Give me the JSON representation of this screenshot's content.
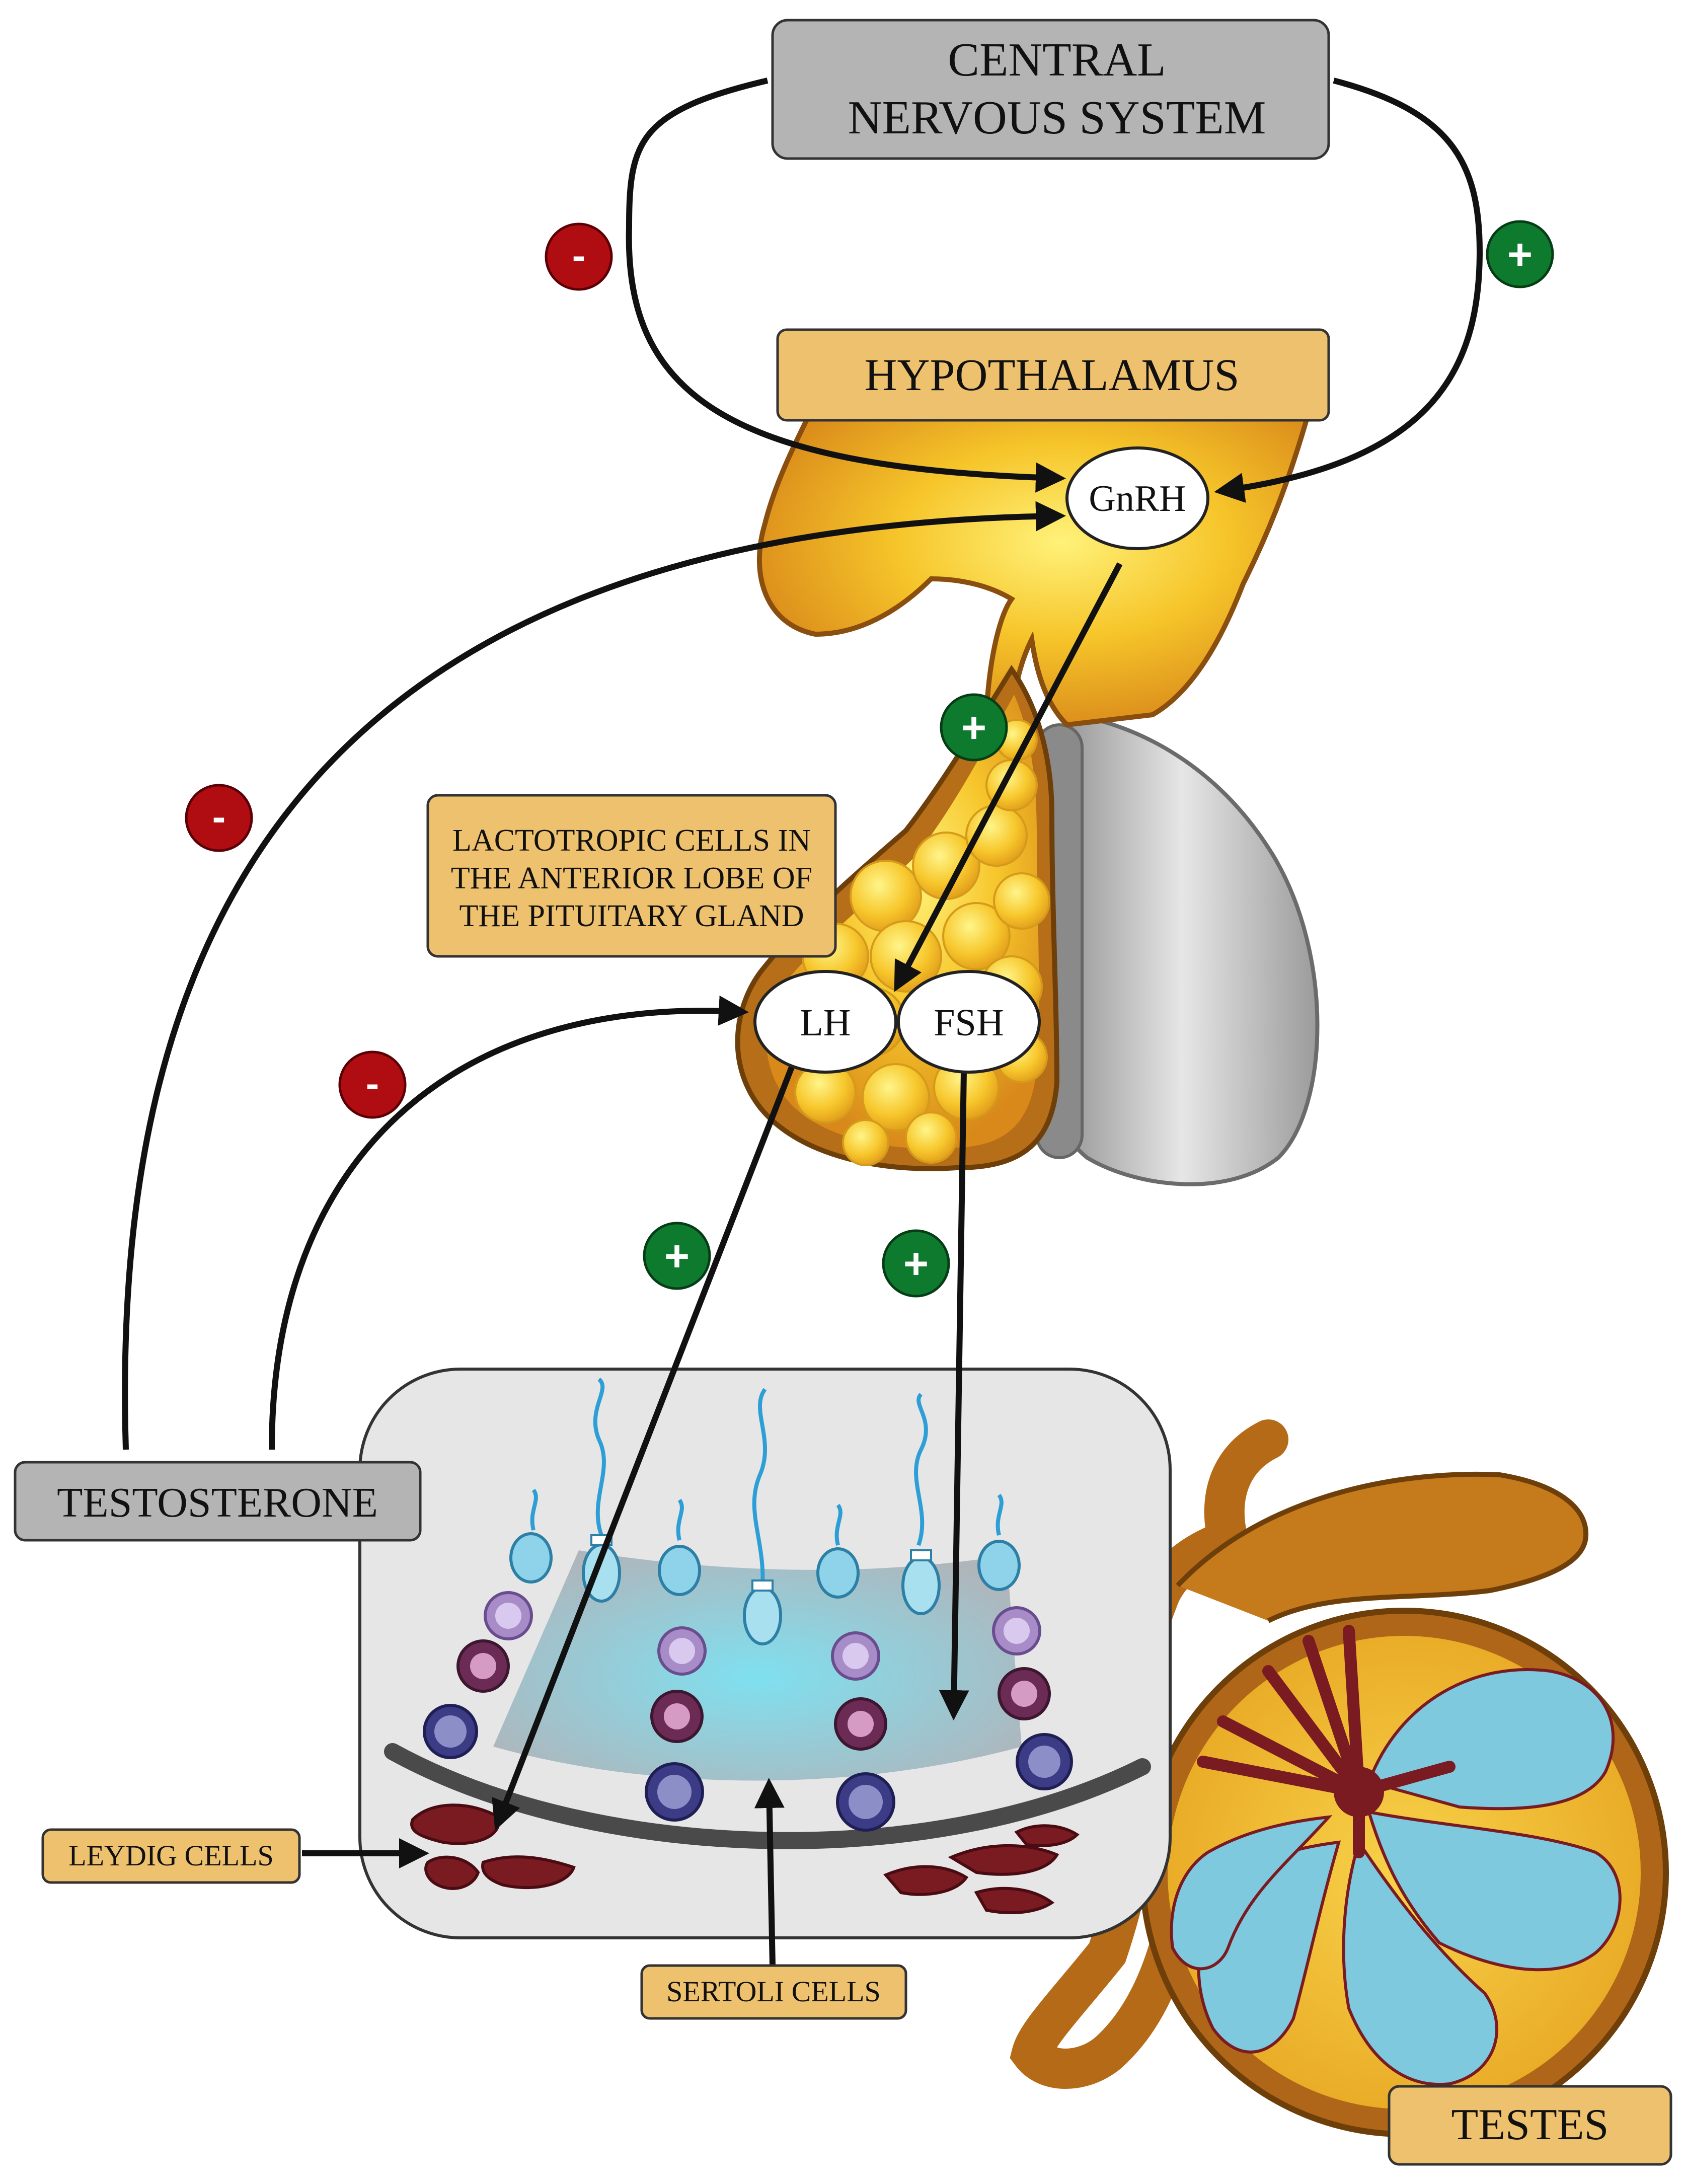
{
  "labels": {
    "cns_line1": "CENTRAL",
    "cns_line2": "NERVOUS SYSTEM",
    "hypothalamus": "HYPOTHALAMUS",
    "gnrh": "GnRH",
    "lactotropic_line1": "LACTOTROPIC CELLS IN",
    "lactotropic_line2": "THE ANTERIOR LOBE OF",
    "lactotropic_line3": "THE PITUITARY GLAND",
    "lh": "LH",
    "fsh": "FSH",
    "testosterone": "TESTOSTERONE",
    "leydig": "LEYDIG CELLS",
    "sertoli": "SERTOLI CELLS",
    "testes": "TESTES"
  },
  "signs": {
    "cns_to_gnrh_inhibit": "-",
    "cns_to_gnrh_stimulate": "+",
    "gnrh_to_pituitary": "+",
    "testosterone_to_gnrh": "-",
    "testosterone_to_lh": "-",
    "lh_to_leydig": "+",
    "fsh_to_sertoli": "+"
  },
  "colors": {
    "label_box": "#eec16f",
    "gray_box": "#b4b4b4",
    "plus": "#0e7a2e",
    "minus": "#b00d12",
    "gland": "#f2b51f",
    "posterior_lobe": "#9a9a9a",
    "tubule": "#7fd0e6",
    "leydig_cell": "#7a1b22"
  }
}
